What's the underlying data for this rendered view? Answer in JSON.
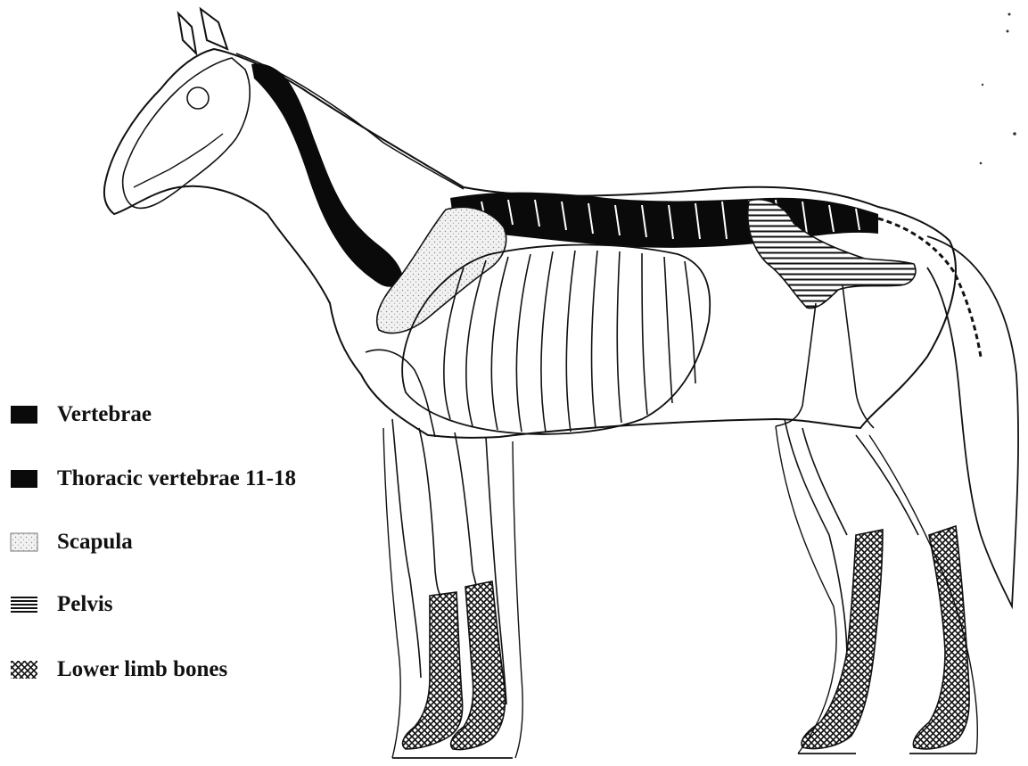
{
  "figure": {
    "subject": "horse skeleton diagram",
    "colors": {
      "outline": "#111111",
      "vertebrae": "#0a0a0a",
      "scapula_fill": "#e6e6e6",
      "background": "#ffffff"
    }
  },
  "legend": {
    "items": [
      {
        "label": "Vertebrae",
        "pattern": "solid-black"
      },
      {
        "label": "Thoracic vertebrae 11-18",
        "pattern": "solid-black"
      },
      {
        "label": "Scapula",
        "pattern": "light-stipple"
      },
      {
        "label": "Pelvis",
        "pattern": "horizontal-stripes"
      },
      {
        "label": "Lower limb bones",
        "pattern": "crosshatch"
      }
    ]
  }
}
